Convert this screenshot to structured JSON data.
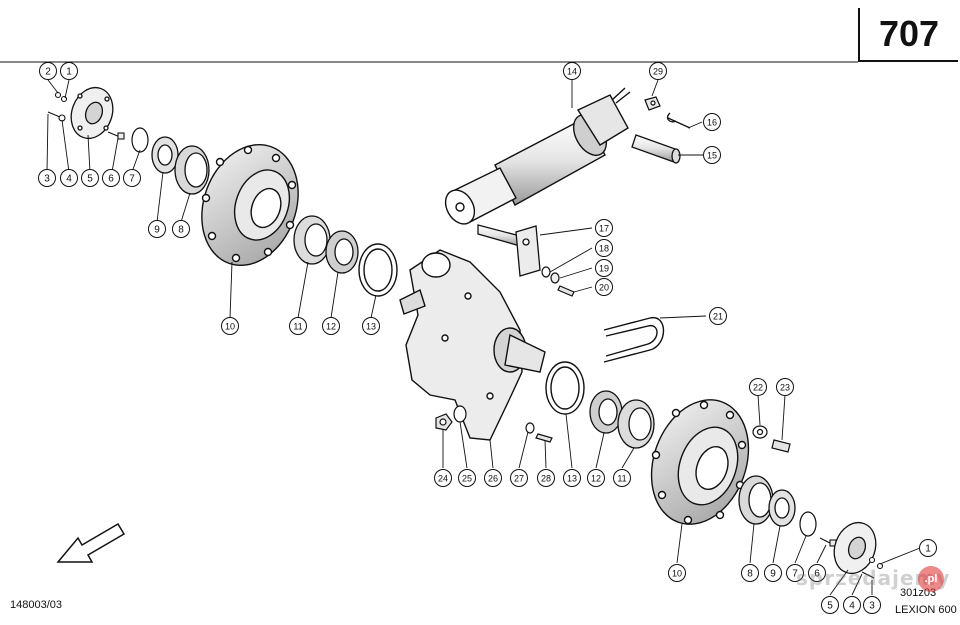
{
  "page_number": "707",
  "drawing_code": "148003/03",
  "revision_code": "301z03",
  "model_name": "LEXION 600",
  "watermark_text": "sprzedajemy",
  "watermark_badge": ".pl",
  "callouts": [
    "1",
    "2",
    "3",
    "4",
    "5",
    "6",
    "7",
    "8",
    "9",
    "10",
    "11",
    "12",
    "13",
    "14",
    "15",
    "16",
    "17",
    "18",
    "19",
    "20",
    "21",
    "22",
    "23",
    "24",
    "25",
    "26",
    "27",
    "28",
    "29"
  ],
  "colors": {
    "ink": "#111111",
    "paper": "#ffffff",
    "shade": "#d8d8d8",
    "watermark": "#dc2828"
  },
  "icons": {
    "direction": "arrow-down-left-icon"
  }
}
